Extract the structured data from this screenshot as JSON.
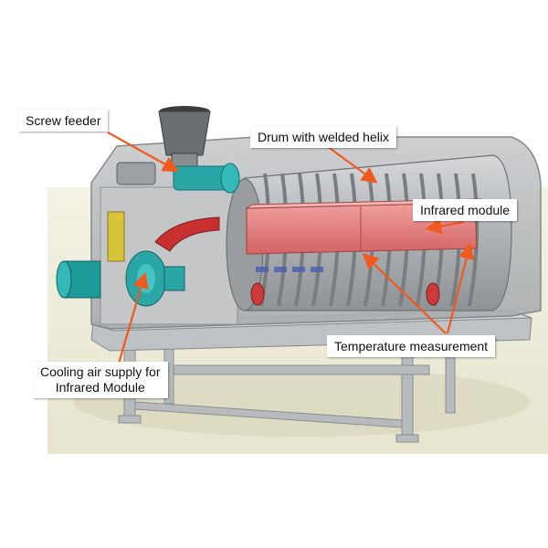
{
  "labels": {
    "screw_feeder": "Screw feeder",
    "drum": "Drum with welded helix",
    "infrared_module": "Infrared module",
    "temperature": "Temperature measurement",
    "cooling_line1": "Cooling air supply for",
    "cooling_line2": "Infrared Module"
  },
  "colors": {
    "arrow": "#f05a1e",
    "frame": "#a8acb0",
    "drum": "#b8bcc0",
    "fan": "#2aa6a6",
    "heater": "#e07070",
    "duct": "#c83030",
    "floor": "#ecead8"
  }
}
